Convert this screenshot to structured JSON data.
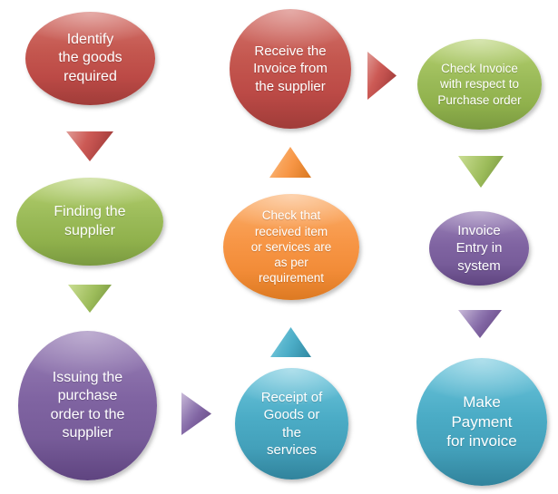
{
  "diagram": {
    "description": "Purchase-to-pay process flow diagram",
    "background_color": "#ffffff",
    "text_color": "#ffffff",
    "theme_colors": {
      "red": "#C0504D",
      "green": "#9BBB59",
      "purple": "#8064A2",
      "cyan": "#4BACC6",
      "orange": "#F79646"
    },
    "nodes": [
      {
        "id": "identify-goods",
        "label": "Identify the goods required",
        "lines": [
          "Identify",
          "the goods",
          "required"
        ],
        "shape": "ellipse",
        "color": "#C0504D"
      },
      {
        "id": "finding-supplier",
        "label": "Finding the supplier",
        "lines": [
          "Finding the",
          "supplier"
        ],
        "shape": "ellipse",
        "color": "#9BBB59"
      },
      {
        "id": "issue-purchase-order",
        "label": "Issuing the purchase order to the supplier",
        "lines": [
          "Issuing the",
          "purchase",
          "order to the",
          "supplier"
        ],
        "shape": "circle",
        "color": "#8064A2"
      },
      {
        "id": "receipt-goods",
        "label": "Receipt of Goods or the services",
        "lines": [
          "Receipt of",
          "Goods or",
          "the",
          "services"
        ],
        "shape": "circle",
        "color": "#4BACC6"
      },
      {
        "id": "check-received",
        "label": "Check that received item or services are as per requirement",
        "lines": [
          "Check that",
          "received item",
          "or services are",
          "as per",
          "requirement"
        ],
        "shape": "ellipse",
        "color": "#F79646"
      },
      {
        "id": "receive-invoice",
        "label": "Receive the Invoice from the supplier",
        "lines": [
          "Receive the",
          "Invoice from",
          "the supplier"
        ],
        "shape": "circle",
        "color": "#C0504D"
      },
      {
        "id": "check-invoice",
        "label": "Check Invoice with respect to Purchase order",
        "lines": [
          "Check Invoice",
          "with respect to",
          "Purchase order"
        ],
        "shape": "ellipse",
        "color": "#9BBB59"
      },
      {
        "id": "invoice-entry",
        "label": "Invoice Entry in system",
        "lines": [
          "Invoice",
          "Entry in",
          "system"
        ],
        "shape": "ellipse",
        "color": "#8064A2"
      },
      {
        "id": "make-payment",
        "label": "Make Payment for invoice",
        "lines": [
          "Make",
          "Payment",
          "for invoice"
        ],
        "shape": "circle",
        "color": "#4BACC6"
      }
    ],
    "arrows": [
      {
        "id": "arrow-1",
        "from": "identify-goods",
        "to": "finding-supplier",
        "direction": "down",
        "color": "#C0504D"
      },
      {
        "id": "arrow-2",
        "from": "finding-supplier",
        "to": "issue-purchase-order",
        "direction": "down",
        "color": "#9BBB59"
      },
      {
        "id": "arrow-3",
        "from": "issue-purchase-order",
        "to": "receipt-goods",
        "direction": "right",
        "color": "#8064A2"
      },
      {
        "id": "arrow-4",
        "from": "receipt-goods",
        "to": "check-received",
        "direction": "up",
        "color": "#4BACC6"
      },
      {
        "id": "arrow-5",
        "from": "check-received",
        "to": "receive-invoice",
        "direction": "up",
        "color": "#F79646"
      },
      {
        "id": "arrow-6",
        "from": "receive-invoice",
        "to": "check-invoice",
        "direction": "right",
        "color": "#C0504D"
      },
      {
        "id": "arrow-7",
        "from": "check-invoice",
        "to": "invoice-entry",
        "direction": "down",
        "color": "#9BBB59"
      },
      {
        "id": "arrow-8",
        "from": "invoice-entry",
        "to": "make-payment",
        "direction": "down",
        "color": "#8064A2"
      }
    ]
  }
}
